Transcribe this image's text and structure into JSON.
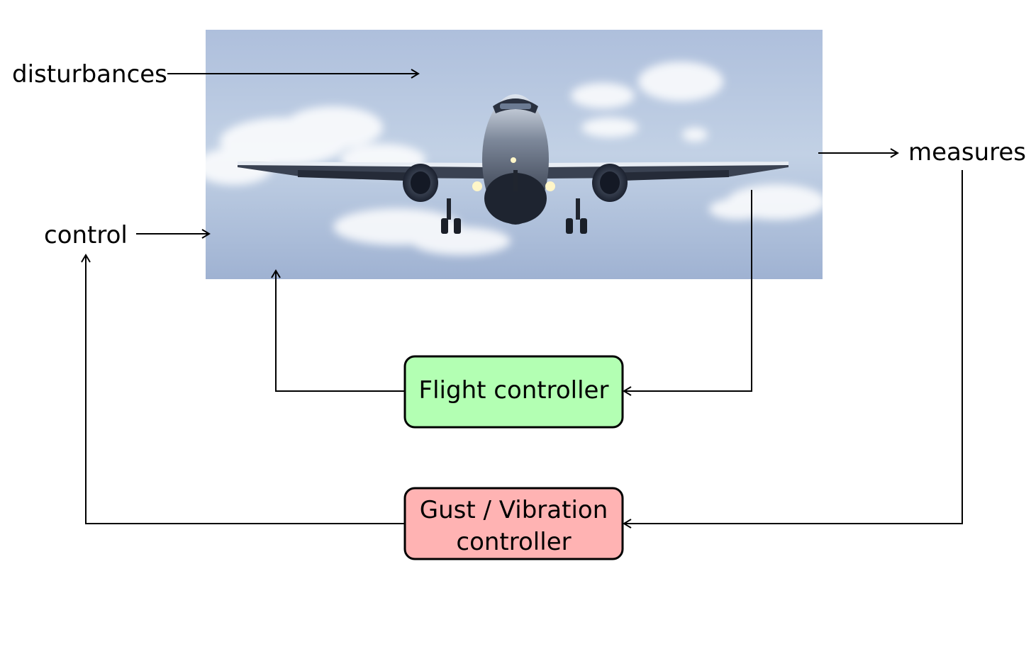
{
  "labels": {
    "disturbances": "disturbances",
    "measures": "measures",
    "control": "control"
  },
  "blocks": {
    "flight_controller": {
      "label": "Flight controller",
      "color": "#b3ffb3"
    },
    "gust_controller": {
      "line1": "Gust / Vibration",
      "line2": "controller",
      "color": "#ffb3b3"
    }
  },
  "colors": {
    "sky_top": "#aebfdc",
    "sky_mid": "#c2d1e5",
    "sky_bottom": "#9fb2d2",
    "cloud": "#ffffff",
    "aircraft_body": "#2a3140",
    "aircraft_light": "#fff6c8",
    "wire": "#000000",
    "box_border": "#000000"
  }
}
